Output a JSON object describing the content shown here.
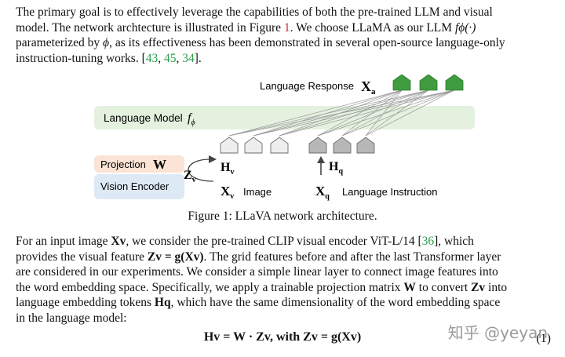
{
  "para1": {
    "line1": "The primary goal is to effectively leverage the capabilities of both the pre-trained LLM and visual",
    "line2a": "model. The network archtecture is illustrated in Figure ",
    "line2_ref": "1",
    "line2b": ". We choose LLaMA as our LLM ",
    "line2_math": "fϕ(·)",
    "line3a": "parameterized by ",
    "line3_phi": "ϕ",
    "line3b": ", as its effectiveness has been demonstrated in several open-source language-only",
    "line4a": "instruction-tuning works. [",
    "cite1": "43",
    "sep1": ", ",
    "cite2": "45",
    "sep2": ", ",
    "cite3": "34",
    "line4b": "]."
  },
  "figure": {
    "language_response": "Language Response",
    "xa": "X",
    "xa_sub": "a",
    "language_model": "Language Model",
    "f_phi": "f",
    "f_phi_sub": "ϕ",
    "projection": "Projection",
    "W": "W",
    "vision_encoder": "Vision Encoder",
    "zv": "Z",
    "zv_sub": "v",
    "hv": "H",
    "hv_sub": "v",
    "hq": "H",
    "hq_sub": "q",
    "xv": "X",
    "xv_sub": "v",
    "image": "Image",
    "xq": "X",
    "xq_sub": "q",
    "language_instruction": "Language Instruction",
    "colors": {
      "response_token": "#3f9c3f",
      "lm_band": "#e4f1df",
      "projection_band": "#fbe3d6",
      "vision_band": "#dde9f5",
      "image_token": "#eeeeee",
      "instruction_token": "#b7b7b7"
    }
  },
  "caption": "Figure 1: LLaVA network architecture.",
  "para2": {
    "line1a": "For an input image ",
    "line1_xv": "Xv",
    "line1b": ", we consider the pre-trained CLIP visual encoder ViT-L/14 [",
    "line1_cite": "36",
    "line1c": "], which",
    "line2a": "provides the visual feature ",
    "line2_eq": "Zv = g(Xv)",
    "line2b": ". The grid features before and after the last Transformer layer",
    "line3": "are considered in our experiments. We consider a simple linear layer to connect image features into",
    "line4a": "the word embedding space. Specifically, we apply a trainable projection matrix ",
    "line4_W": "W",
    "line4b": " to convert ",
    "line4_zv": "Zv",
    "line4c": " into",
    "line5a": "language embedding tokens ",
    "line5_hq": "Hq",
    "line5b": ", which have the same dimensionality of the word embedding space",
    "line6": "in the language model:"
  },
  "equation": {
    "text": "Hv = W · Zv,  with  Zv = g(Xv)",
    "number": "(1)"
  },
  "watermark": "知乎 @yeyan"
}
